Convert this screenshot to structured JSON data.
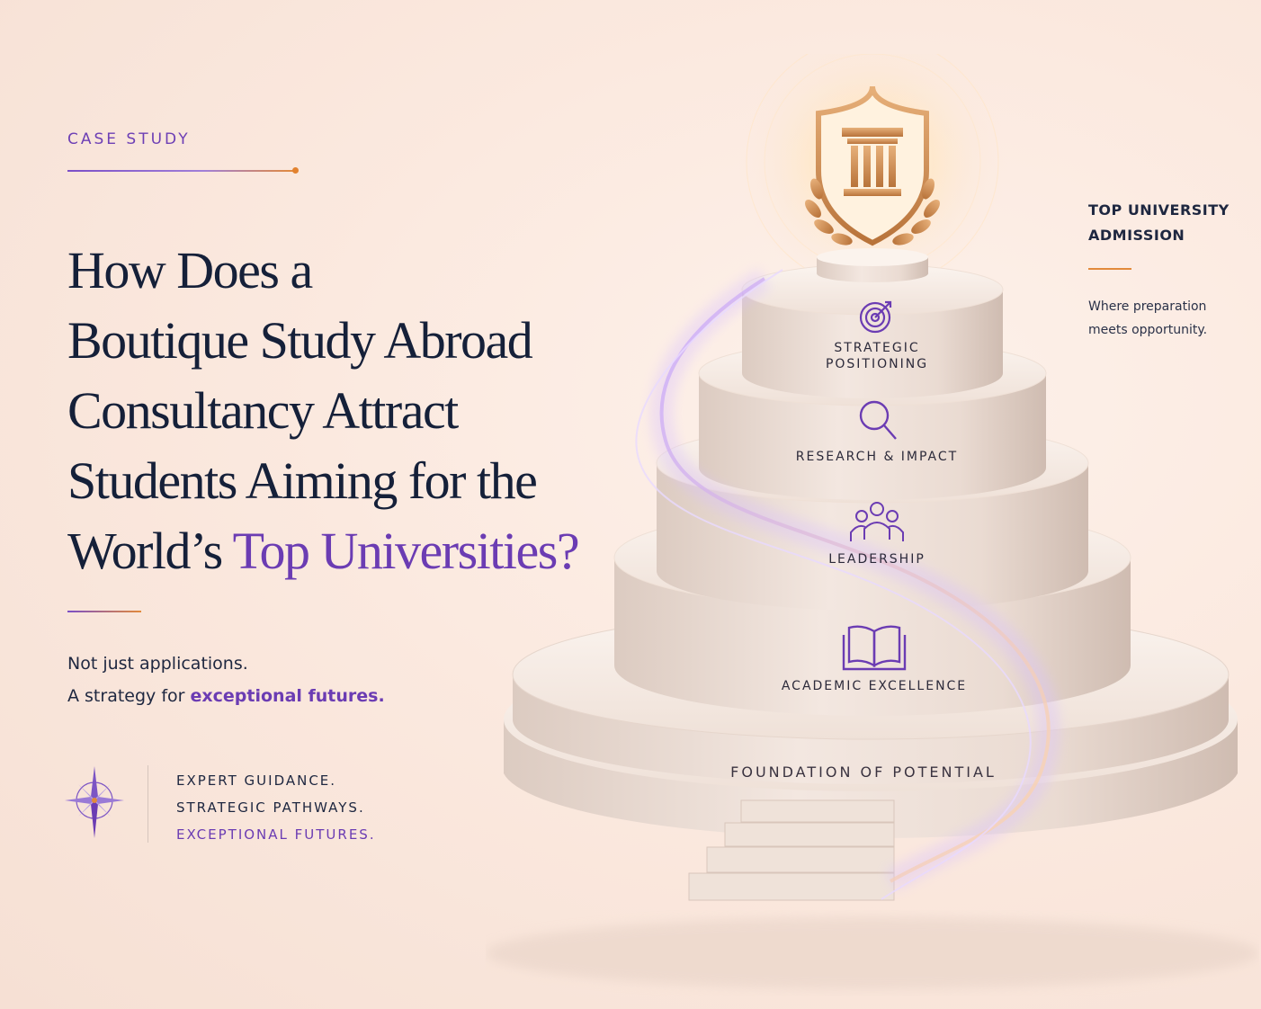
{
  "left": {
    "eyebrow": "CASE  STUDY",
    "headline": {
      "line1": "How Does a",
      "line2": "Boutique Study Abroad",
      "line3": "Consultancy Attract",
      "line4": "Students Aiming for the",
      "line5_plain": "World’s ",
      "line5_accent": "Top Universities?"
    },
    "tagline": {
      "line1": "Not just applications.",
      "line2_plain": "A strategy for ",
      "line2_accent": "exceptional futures."
    },
    "pillars": {
      "one": "EXPERT GUIDANCE.",
      "two": "STRATEGIC PATHWAYS.",
      "three": "EXCEPTIONAL FUTURES."
    }
  },
  "right": {
    "title_line1": "TOP UNIVERSITY",
    "title_line2": "ADMISSION",
    "sub_line1": "Where preparation",
    "sub_line2": "meets opportunity."
  },
  "tiers": {
    "strategic_line1": "STRATEGIC",
    "strategic_line2": "POSITIONING",
    "research": "RESEARCH & IMPACT",
    "leadership": "LEADERSHIP",
    "academic": "ACADEMIC EXCELLENCE",
    "foundation": "FOUNDATION  OF  POTENTIAL"
  },
  "colors": {
    "navy": "#152039",
    "purple": "#6b3cb3",
    "orange": "#e28a3b",
    "marble": "#f1e4dc",
    "gold": "#c98a4a"
  },
  "icons": {
    "crest": "shield-pillar-laurel-icon",
    "strategic": "target-icon",
    "research": "magnifier-icon",
    "leadership": "people-group-icon",
    "academic": "open-book-icon",
    "brand": "compass-star-icon"
  }
}
